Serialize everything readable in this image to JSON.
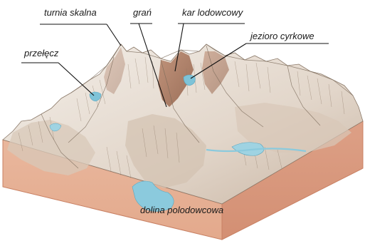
{
  "labels": {
    "turnia_skalna": "turnia skalna",
    "gran": "grań",
    "kar_lodowcowy": "kar lodowcowy",
    "jezioro_cyrkowe": "jezioro cyrkowe",
    "przelecz": "przełęcz",
    "dolina_polodowcowa": "dolina polodowcowa"
  },
  "colors": {
    "block_side": "#e8b49a",
    "block_side_dark": "#d9977a",
    "block_top_edge": "#c98063",
    "snow": "#f1ece6",
    "rock_shadow": "#b8a493",
    "rock_warm": "#a5735a",
    "water": "#7ec3d8",
    "water_light": "#b9e1ec"
  }
}
